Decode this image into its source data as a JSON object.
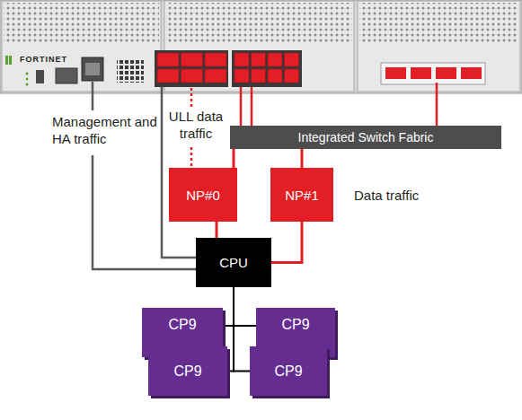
{
  "diagram": {
    "nodes": [
      {
        "text": [
          "Integrated Switch Fabric"
        ]
      },
      {
        "text": [
          "NP#0"
        ]
      },
      {
        "text": [
          "NP#1"
        ]
      },
      {
        "text": [
          "CPU"
        ]
      },
      {
        "text": [
          "CP9"
        ]
      },
      {
        "text": [
          "CP9"
        ]
      },
      {
        "text": [
          "CP9"
        ]
      },
      {
        "text": [
          "CP9"
        ]
      }
    ],
    "edges": [
      {
        "from": 1,
        "to": 0,
        "arrow": "none"
      },
      {
        "from": 2,
        "to": 0,
        "arrow": "none"
      },
      {
        "from": 1,
        "to": 3,
        "arrow": "none"
      },
      {
        "from": 2,
        "to": 3,
        "arrow": "none"
      },
      {
        "from": 3,
        "to": 4,
        "arrow": "none"
      },
      {
        "from": 3,
        "to": 5,
        "arrow": "none"
      },
      {
        "from": 3,
        "to": 6,
        "arrow": "none"
      },
      {
        "from": 3,
        "to": 7,
        "arrow": "none"
      }
    ],
    "labels": [
      "FORTINET",
      "Management and HA traffic",
      "ULL data traffic",
      "Data traffic"
    ]
  }
}
